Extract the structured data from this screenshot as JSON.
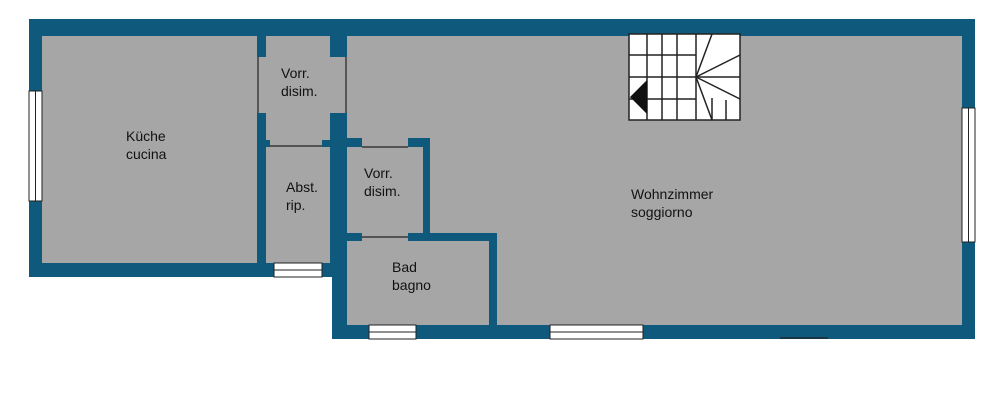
{
  "colors": {
    "wall": "#0f5a7c",
    "floor": "#a6a6a6",
    "window": "#ffffff",
    "stair_line": "#222222"
  },
  "rooms": [
    {
      "id": "kitchen",
      "line1": "Küche",
      "line2": "cucina"
    },
    {
      "id": "hall-1",
      "line1": "Vorr.",
      "line2": "disim."
    },
    {
      "id": "storage",
      "line1": "Abst.",
      "line2": "rip."
    },
    {
      "id": "hall-2",
      "line1": "Vorr.",
      "line2": "disim."
    },
    {
      "id": "bathroom",
      "line1": "Bad",
      "line2": "bagno"
    },
    {
      "id": "living-room",
      "line1": "Wohnzimmer",
      "line2": "soggiorno"
    }
  ]
}
